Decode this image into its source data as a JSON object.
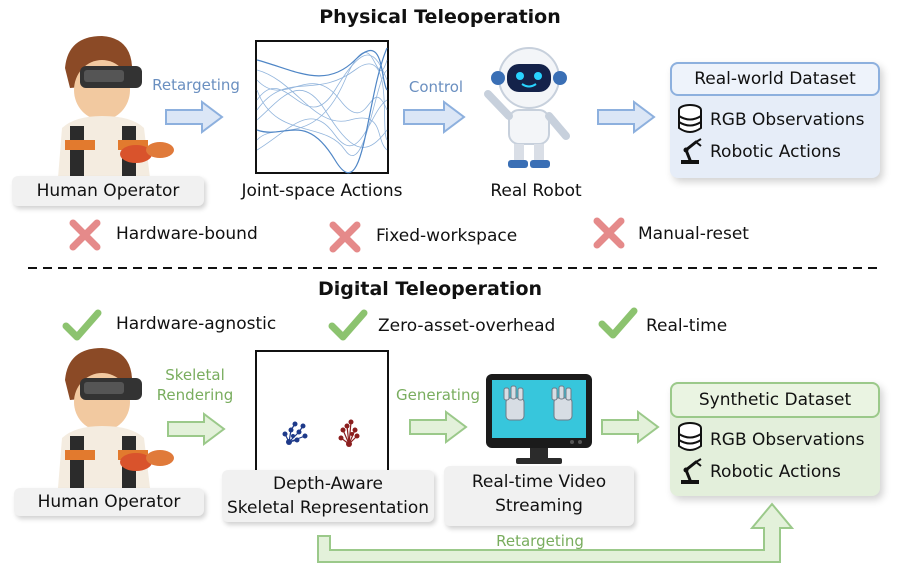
{
  "physical": {
    "title": "Physical Teleoperation",
    "operator_label": "Human Operator",
    "arrow1_label": "Retargeting",
    "actions_label": "Joint-space Actions",
    "arrow2_label": "Control",
    "robot_label": "Real Robot",
    "dataset_title": "Real-world Dataset",
    "dataset_rows": [
      "RGB Observations",
      "Robotic Actions"
    ],
    "drawbacks": [
      "Hardware-bound",
      "Fixed-workspace",
      "Manual-reset"
    ]
  },
  "digital": {
    "title": "Digital Teleoperation",
    "benefits": [
      "Hardware-agnostic",
      "Zero-asset-overhead",
      "Real-time"
    ],
    "operator_label": "Human Operator",
    "arrow1_label_line1": "Skeletal",
    "arrow1_label_line2": "Rendering",
    "skeletal_label_line1": "Depth-Aware",
    "skeletal_label_line2": "Skeletal Representation",
    "arrow2_label": "Generating",
    "video_label_line1": "Real-time Video",
    "video_label_line2": "Streaming",
    "dataset_title": "Synthetic Dataset",
    "dataset_rows": [
      "RGB Observations",
      "Robotic Actions"
    ],
    "retarget_label": "Retargeting"
  },
  "colors": {
    "blue_arrow": "#a9c1e6",
    "green_arrow": "#a9d193",
    "cross": "#e58a8a",
    "check": "#8cc36f"
  }
}
